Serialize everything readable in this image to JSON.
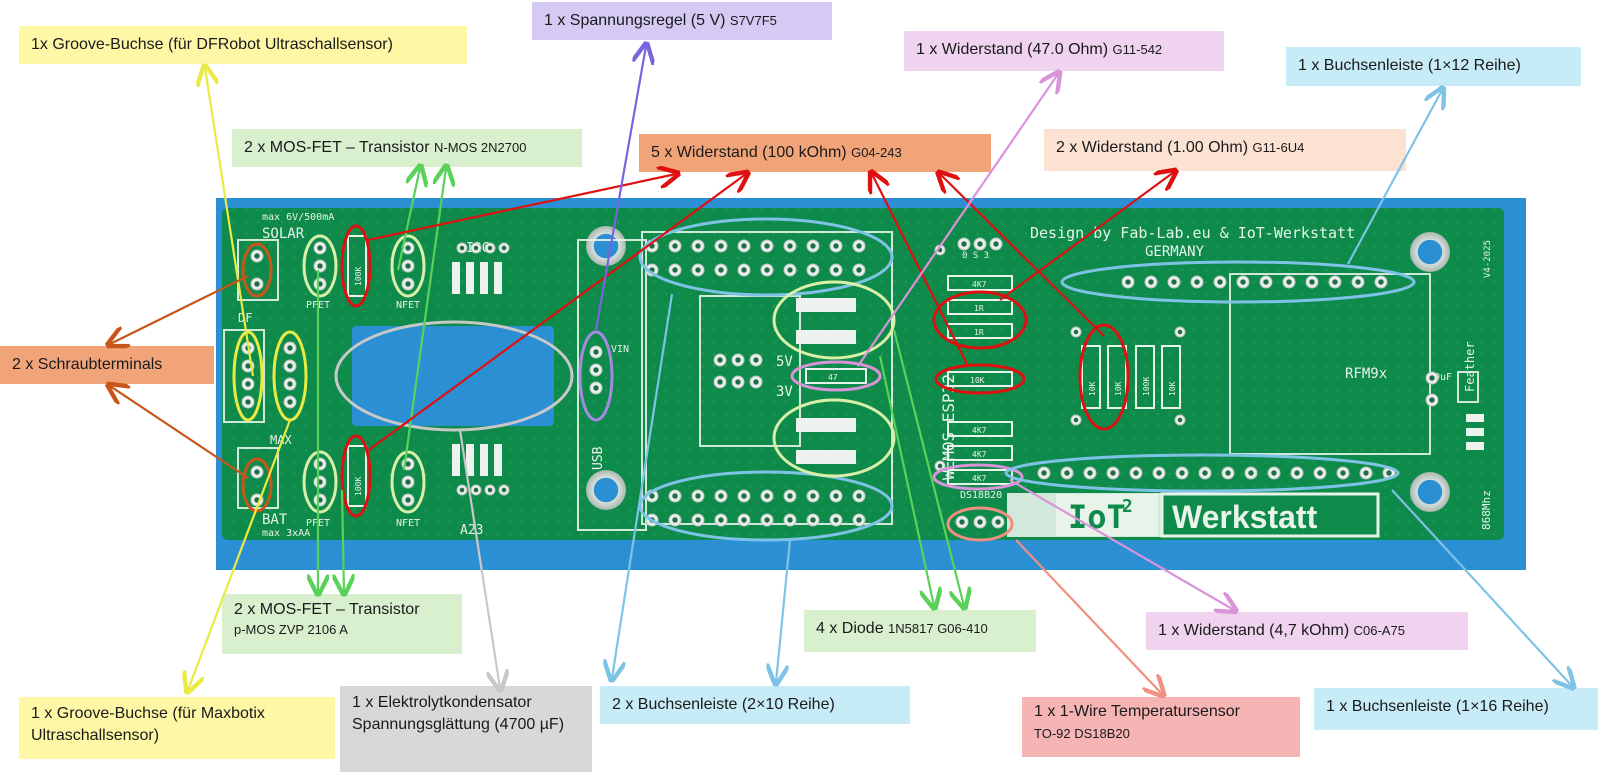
{
  "labels": {
    "groove_dfrobot": {
      "main": "1x Groove-Buchse (für DFRobot Ultraschallsensor)"
    },
    "voltage_regulator": {
      "main": "1 x Spannungsregel (5 V)",
      "part": "S7V7F5"
    },
    "resistor_47": {
      "main": "1 x Widerstand (47.0 Ohm)",
      "part": "G11-542"
    },
    "header_1x12": {
      "main": "1 x Buchsenleiste (1×12 Reihe)"
    },
    "mosfet_n": {
      "main": "2 x MOS-FET – Transistor",
      "part": "N-MOS 2N2700"
    },
    "resistor_100k": {
      "main": "5 x Widerstand (100 kOhm)",
      "part": "G04-243"
    },
    "resistor_1ohm": {
      "main": "2 x Widerstand (1.00 Ohm)",
      "part": "G11-6U4"
    },
    "screw_terminals": {
      "main": "2 x Schraubterminals"
    },
    "mosfet_p": {
      "main": "2 x MOS-FET – Transistor",
      "part": "p-MOS ZVP 2106 A"
    },
    "diode": {
      "main": "4 x Diode",
      "part": "1N5817 G06-410"
    },
    "resistor_4k7": {
      "main": "1 x Widerstand (4,7 kOhm)",
      "part": "C06-A75"
    },
    "groove_maxbotix": {
      "main": "1 x Groove-Buchse (für Maxbotix Ultraschallsensor)"
    },
    "capacitor": {
      "main": "1 x Elektrolytkondensator Spannungsglättung (4700 µF)"
    },
    "header_2x10": {
      "main": "2 x Buchsenleiste (2×10 Reihe)"
    },
    "temp_sensor": {
      "main": "1 x 1-Wire Temperatursensor",
      "part": "TO-92 DS18B20"
    },
    "header_1x16": {
      "main": "1 x Buchsenleiste (1×16 Reihe)"
    }
  },
  "board": {
    "credit": "Design by Fab-Lab.eu & IoT-Werkstatt",
    "country": "GERMANY",
    "version": "V4-2025",
    "brand_left": "IoT",
    "brand_sup": "2",
    "brand_right": "Werkstatt",
    "solar": "SOLAR",
    "solar_max": "max 6V/500mA",
    "bat": "BAT",
    "bat_max": "max 3xAA",
    "i2c": "I2C",
    "a23": "A23",
    "usb": "USB",
    "vin": "VIN",
    "pfet": "PFET",
    "nfet": "NFET",
    "v5": "5V",
    "v3": "3V",
    "wemos": "WEMOS ESP32",
    "ds18b20": "DS18B20",
    "rfm": "RFM9x",
    "feather": "Feather",
    "freq": "868Mhz",
    "cap10": "10uF",
    "r100k": "100K",
    "r47": "47",
    "r1r": "1R",
    "r4k7": "4K7",
    "r10k": "10K",
    "pin_labels": "0 S 3",
    "df": "DF",
    "max": "MAX"
  },
  "colors": {
    "pcb": "#0e8a4a",
    "backdrop": "#2b8fd3",
    "silk": "#e8f3ea",
    "red": "#e01010",
    "cyan": "#7ec3e6",
    "yellow": "#eaea44",
    "green": "#5ad25a",
    "brown": "#c8561a",
    "purple": "#7b63e0",
    "pink": "#d994d9",
    "grey": "#c8c8c8",
    "salmon": "#f09080"
  }
}
